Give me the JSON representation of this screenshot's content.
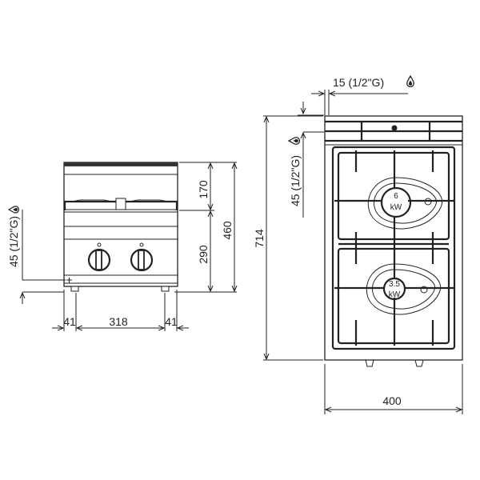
{
  "front_view": {
    "dim_top_section": "170",
    "dim_lower_section": "290",
    "dim_total_height": "460",
    "dim_left_offset": "41",
    "dim_feet_spacing": "318",
    "dim_right_offset": "41",
    "gas_inlet_height": "45 (1/2\"G)"
  },
  "top_view": {
    "dim_depth": "714",
    "dim_width": "400",
    "gas_inlet_side": "15 (1/2\"G)",
    "gas_inlet_rear": "45 (1/2\"G)",
    "burner_1_power": "6",
    "burner_1_unit": "kW",
    "burner_2_power": "3.5",
    "burner_2_unit": "kW"
  },
  "icons": [
    "gas-drop-icon"
  ]
}
